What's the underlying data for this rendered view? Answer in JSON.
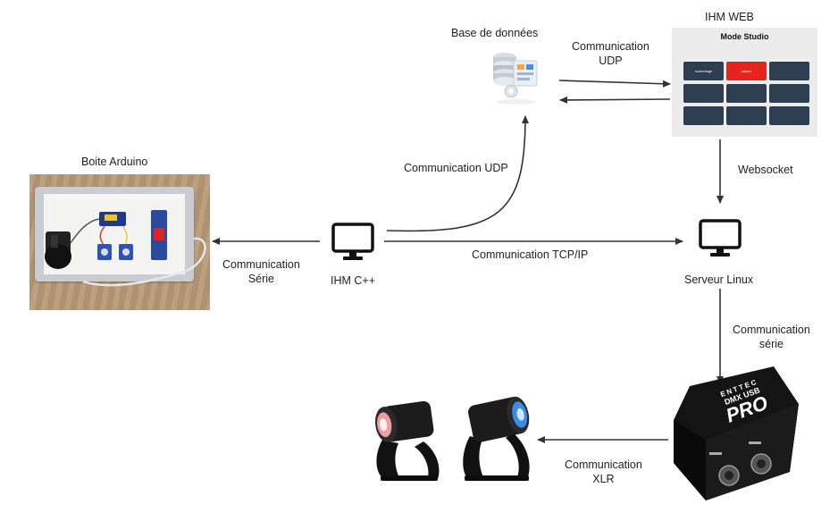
{
  "labels": {
    "database": "Base de données",
    "web_ui": "IHM WEB",
    "arduino_box": "Boite Arduino",
    "cpp_ui": "IHM C++",
    "linux_server": "Serveur Linux"
  },
  "web_ui_panel": {
    "title": "Mode Studio",
    "buttons": [
      "scene/lage",
      "classe",
      "",
      "",
      "",
      "",
      "",
      "",
      ""
    ],
    "active_index": 1,
    "button_color": "#2c3e50",
    "active_color": "#e8231e"
  },
  "connections": {
    "udp_db_web": [
      "Communication",
      "UDP"
    ],
    "websocket": "Websocket",
    "udp_cpp_db": "Communication UDP",
    "serial_cpp_arduino": [
      "Communication",
      "Série"
    ],
    "tcp_ip": "Communication TCP/IP",
    "serial_server_dmx": [
      "Communication",
      "série"
    ],
    "xlr": [
      "Communication",
      "XLR"
    ]
  },
  "dmx_interface": {
    "brand": "ENTTEC",
    "model": "DMX USB",
    "variant": "PRO"
  },
  "colors": {
    "arrow": "#333333",
    "monitor": "#111111",
    "light_left_glow": "#e8a0a0",
    "light_right_glow": "#3a8ce8"
  }
}
